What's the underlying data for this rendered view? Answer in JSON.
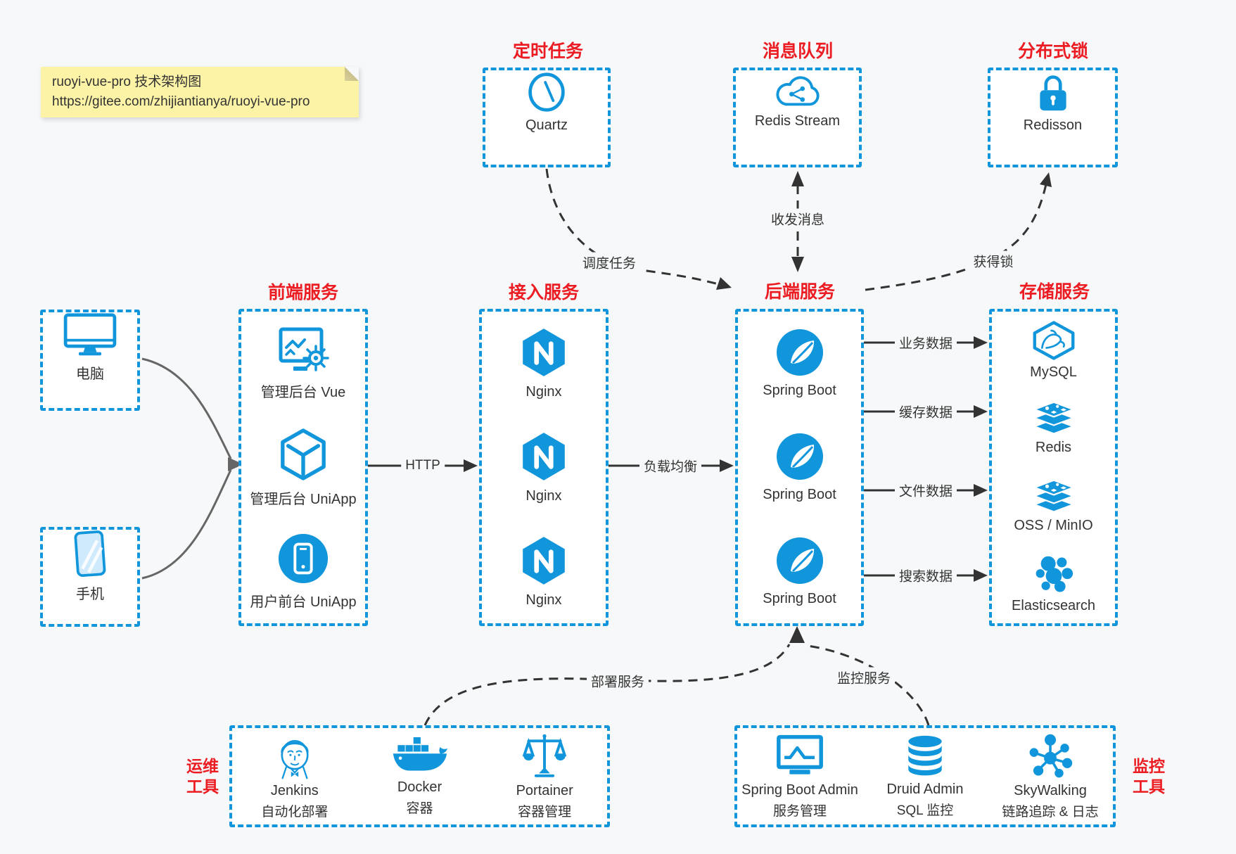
{
  "colors": {
    "accent_blue": "#1296db",
    "title_red": "#ec1c23",
    "note_bg": "#fcf3a6",
    "canvas_bg": "#f7f8f9",
    "arrow_dark": "#333333",
    "client_arrow_gray": "#666666",
    "text": "#333333"
  },
  "note": {
    "line1": "ruoyi-vue-pro 技术架构图",
    "line2": "https://gitee.com/zhijiantianya/ruoyi-vue-pro"
  },
  "clients": {
    "computer": {
      "label": "电脑",
      "icon": "desktop-icon"
    },
    "phone": {
      "label": "手机",
      "icon": "smartphone-icon"
    }
  },
  "scheduler": {
    "title": "定时任务",
    "item": {
      "label": "Quartz",
      "icon": "clock-icon"
    }
  },
  "mq": {
    "title": "消息队列",
    "item": {
      "label": "Redis Stream",
      "icon": "cloud-stream-icon"
    }
  },
  "lock": {
    "title": "分布式锁",
    "item": {
      "label": "Redisson",
      "icon": "padlock-icon"
    }
  },
  "frontend": {
    "title": "前端服务",
    "items": [
      {
        "label": "管理后台 Vue",
        "icon": "admin-vue-icon"
      },
      {
        "label": "管理后台 UniApp",
        "icon": "cube-icon"
      },
      {
        "label": "用户前台 UniApp",
        "icon": "mobile-app-icon"
      }
    ]
  },
  "gateway": {
    "title": "接入服务",
    "items": [
      {
        "label": "Nginx",
        "icon": "nginx-icon"
      },
      {
        "label": "Nginx",
        "icon": "nginx-icon"
      },
      {
        "label": "Nginx",
        "icon": "nginx-icon"
      }
    ]
  },
  "backend": {
    "title": "后端服务",
    "items": [
      {
        "label": "Spring Boot",
        "icon": "spring-leaf-icon"
      },
      {
        "label": "Spring Boot",
        "icon": "spring-leaf-icon"
      },
      {
        "label": "Spring Boot",
        "icon": "spring-leaf-icon"
      }
    ]
  },
  "storage": {
    "title": "存储服务",
    "items": [
      {
        "label": "MySQL",
        "icon": "mysql-dolphin-icon"
      },
      {
        "label": "Redis",
        "icon": "redis-stack-icon"
      },
      {
        "label": "OSS / MinIO",
        "icon": "storage-stack-icon"
      },
      {
        "label": "Elasticsearch",
        "icon": "elasticsearch-icon"
      }
    ]
  },
  "ops": {
    "side_label": [
      "运维",
      "工具"
    ],
    "items": [
      {
        "name": "Jenkins",
        "desc": "自动化部署",
        "icon": "jenkins-icon"
      },
      {
        "name": "Docker",
        "desc": "容器",
        "icon": "docker-whale-icon"
      },
      {
        "name": "Portainer",
        "desc": "容器管理",
        "icon": "scales-icon"
      }
    ]
  },
  "monitoring": {
    "side_label": [
      "监控",
      "工具"
    ],
    "items": [
      {
        "name": "Spring Boot Admin",
        "desc": "服务管理",
        "icon": "monitor-chart-icon"
      },
      {
        "name": "Druid Admin",
        "desc": "SQL 监控",
        "icon": "database-icon"
      },
      {
        "name": "SkyWalking",
        "desc": "链路追踪 & 日志",
        "icon": "topology-icon"
      }
    ]
  },
  "edges": {
    "http": "HTTP",
    "load_balance": "负载均衡",
    "schedule_job": "调度任务",
    "send_receive_msg": "收发消息",
    "acquire_lock": "获得锁",
    "business_data": "业务数据",
    "cache_data": "缓存数据",
    "file_data": "文件数据",
    "search_data": "搜索数据",
    "deploy_service": "部署服务",
    "monitor_service": "监控服务"
  }
}
